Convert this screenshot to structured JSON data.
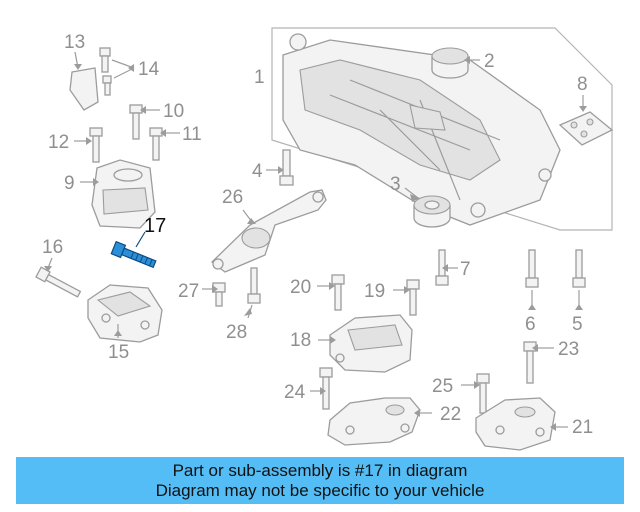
{
  "diagram": {
    "highlighted_part": "17",
    "callouts": {
      "c1": "1",
      "c2": "2",
      "c3": "3",
      "c4": "4",
      "c5": "5",
      "c6": "6",
      "c7": "7",
      "c8": "8",
      "c9": "9",
      "c10": "10",
      "c11": "11",
      "c12": "12",
      "c13": "13",
      "c14": "14",
      "c15": "15",
      "c16": "16",
      "c17": "17",
      "c18": "18",
      "c19": "19",
      "c20": "20",
      "c21": "21",
      "c22": "22",
      "c23": "23",
      "c24": "24",
      "c25": "25",
      "c26": "26",
      "c27": "27",
      "c28": "28"
    },
    "colors": {
      "highlight": "#2a8fd8",
      "banner": "#54bdf5",
      "linework": "#9c9c9c"
    }
  },
  "banner": {
    "line1": "Part or sub-assembly is #17 in diagram",
    "line2": "Diagram may not be specific to your vehicle"
  }
}
